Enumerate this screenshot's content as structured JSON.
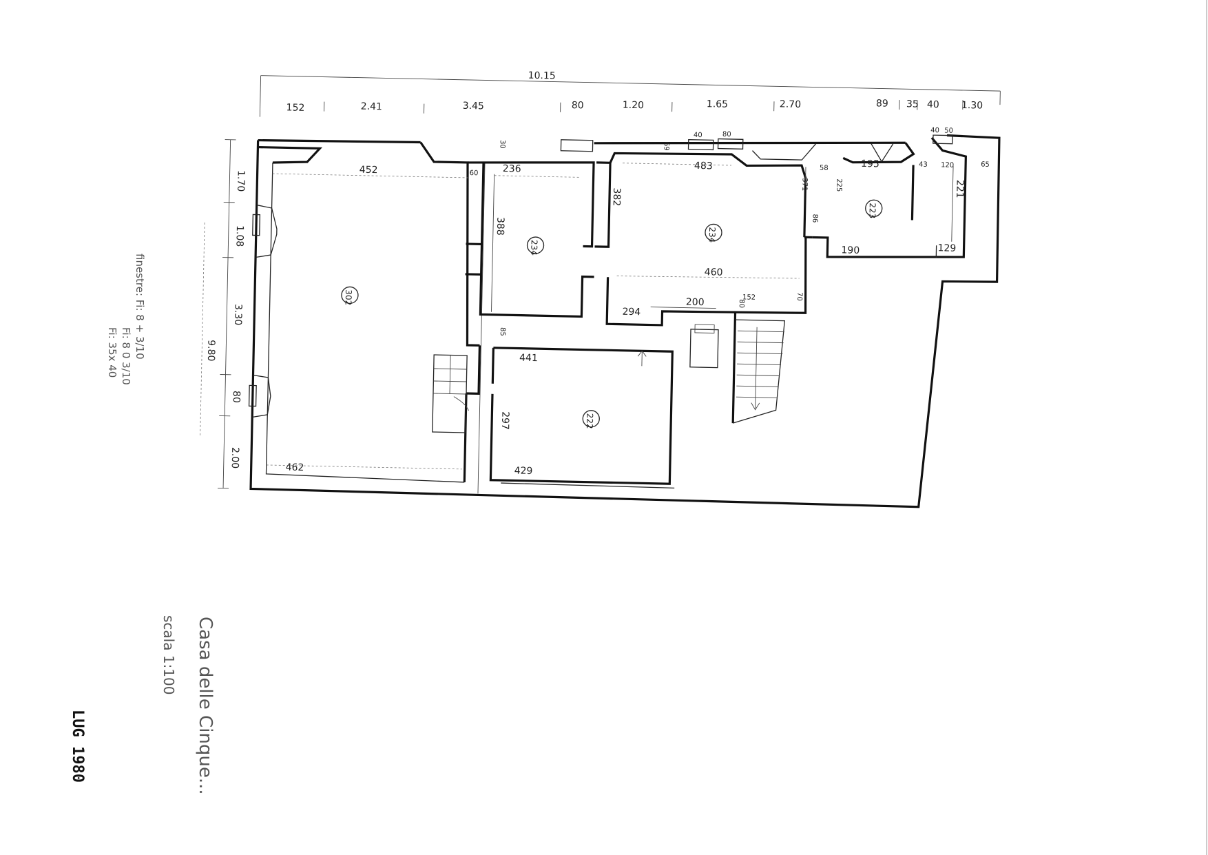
{
  "plan": {
    "top_total": "10.15",
    "top_dims": [
      "152",
      "2.41",
      "3.45",
      "80",
      "1.20",
      "1.65",
      "2.70",
      "89",
      "35",
      "40",
      "1.30"
    ],
    "small_top": [
      "40",
      "80",
      "40",
      "50"
    ],
    "left_dims": [
      "1.70",
      "1.08",
      "3.30",
      "80",
      "2.00"
    ],
    "left_total": "9.80",
    "interior": {
      "w452": "452",
      "w236": "236",
      "w483": "483",
      "w195": "195",
      "w58": "58",
      "w65": "65",
      "w388": "388",
      "w382": "382",
      "w221": "221",
      "w129": "129",
      "w190": "190",
      "w460": "460",
      "w200": "200",
      "w294": "294",
      "w441": "441",
      "w297": "297",
      "w429": "429",
      "w462": "462",
      "w60": "60",
      "w86": "86",
      "w30": "30",
      "w371": "371",
      "w225": "225",
      "w43": "43",
      "w120": "120",
      "w152": "152",
      "w80": "80",
      "w69": "69",
      "w85": "85",
      "w70": "70"
    },
    "rooms": [
      "302",
      "234",
      "234",
      "223",
      "222"
    ]
  },
  "notes": {
    "line1": "finestre: Fi: 8 + 3/10",
    "line2": "Fi: 8 0 3/10",
    "line3": "Fi: 35x 40",
    "title": "Casa delle Cinque...",
    "scale": "scala 1:100"
  },
  "stamp": "LUG 1980"
}
